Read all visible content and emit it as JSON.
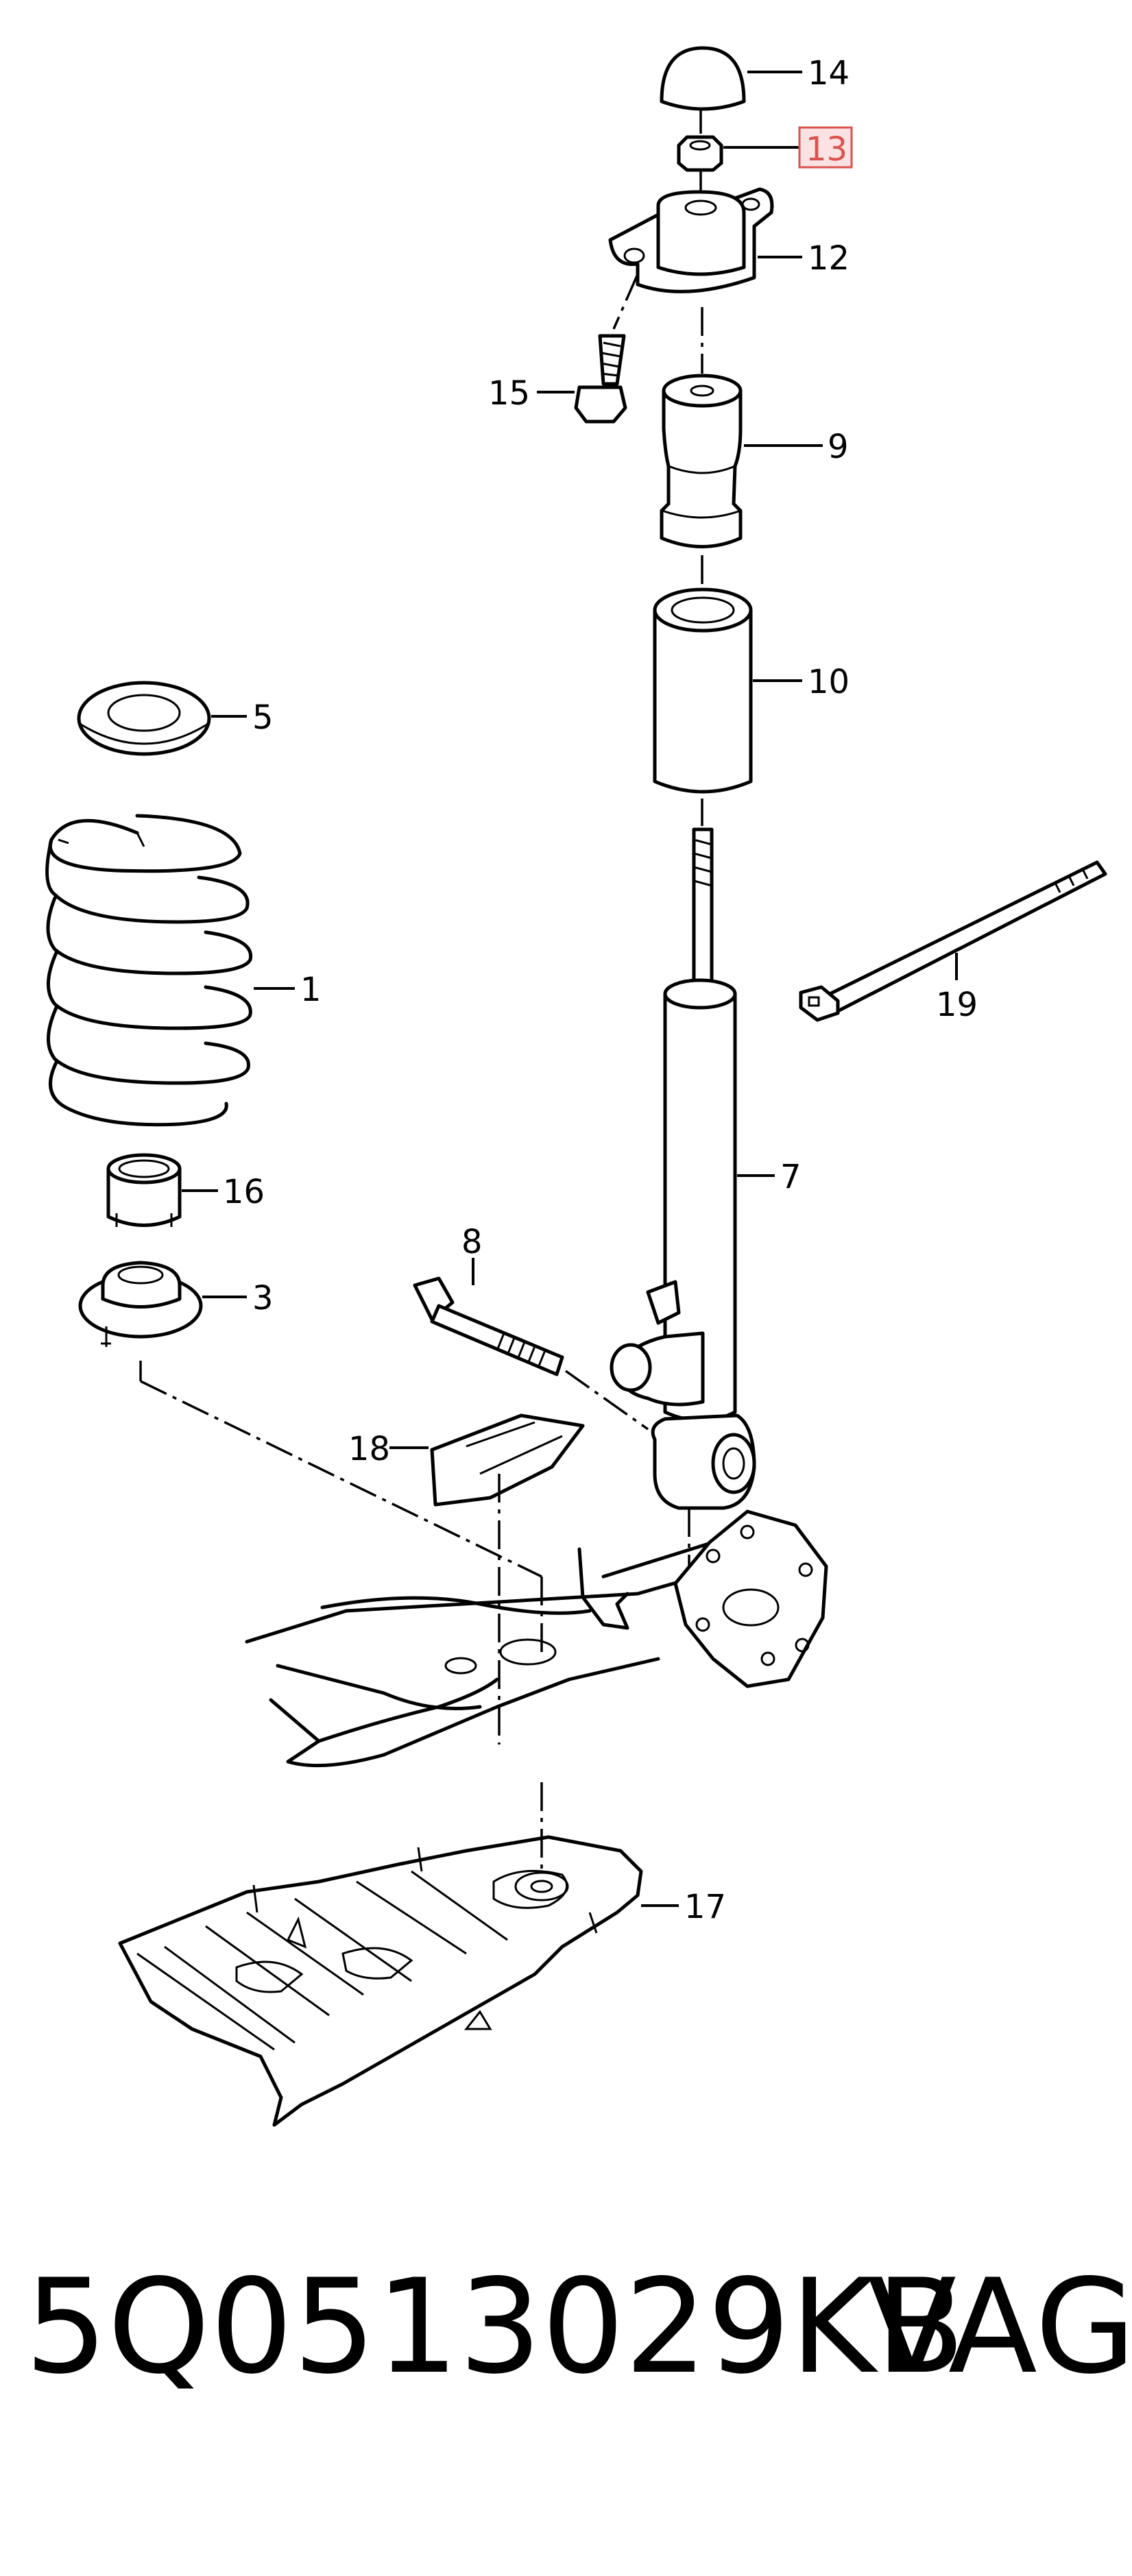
{
  "callouts": {
    "c1": "1",
    "c3": "3",
    "c5": "5",
    "c7": "7",
    "c8": "8",
    "c9": "9",
    "c10": "10",
    "c12": "12",
    "c13": "13",
    "c14": "14",
    "c15": "15",
    "c16": "16",
    "c17": "17",
    "c18": "18",
    "c19": "19"
  },
  "highlighted_callout": "13",
  "highlight_color": "#d9534f",
  "footer": {
    "part_number": "5Q0513029KB",
    "brand": "VAG"
  }
}
